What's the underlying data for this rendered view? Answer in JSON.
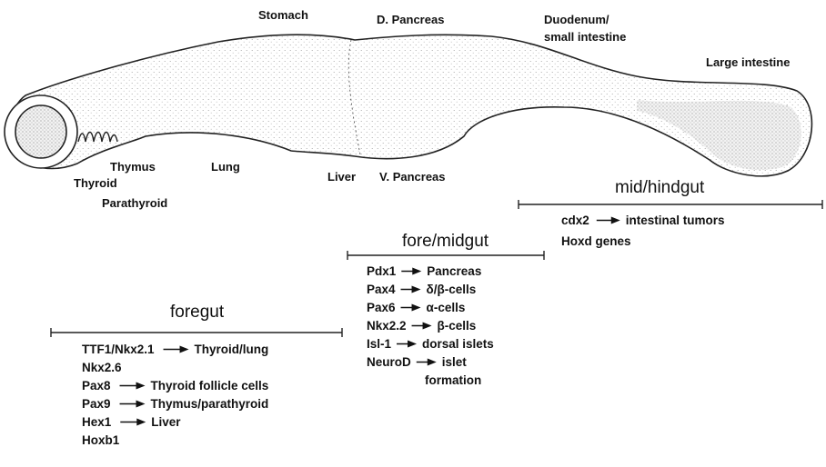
{
  "organ_labels": {
    "stomach": "Stomach",
    "d_pancreas": "D. Pancreas",
    "duodenum_l1": "Duodenum/",
    "duodenum_l2": "small intestine",
    "large_intestine": "Large intestine",
    "thymus": "Thymus",
    "lung": "Lung",
    "thyroid": "Thyroid",
    "parathyroid": "Parathyroid",
    "liver": "Liver",
    "v_pancreas": "V. Pancreas"
  },
  "regions": {
    "midhindgut": {
      "title": "mid/hindgut",
      "rows": [
        {
          "gene": "cdx2",
          "target": "intestinal tumors"
        },
        {
          "gene": "Hoxd genes",
          "target": ""
        }
      ]
    },
    "foremidgut": {
      "title": "fore/midgut",
      "rows": [
        {
          "gene": "Pdx1",
          "target": "Pancreas"
        },
        {
          "gene": "Pax4",
          "target": "δ/β-cells"
        },
        {
          "gene": "Pax6",
          "target": "α-cells"
        },
        {
          "gene": "Nkx2.2",
          "target": "β-cells"
        },
        {
          "gene": "Isl-1",
          "target": "dorsal islets"
        },
        {
          "gene": "NeuroD",
          "target": "islet"
        },
        {
          "gene": "",
          "target": "formation"
        }
      ]
    },
    "foregut": {
      "title": "foregut",
      "rows": [
        {
          "gene": "TTF1/Nkx2.1",
          "target": "Thyroid/lung"
        },
        {
          "gene": "Nkx2.6",
          "target": ""
        },
        {
          "gene": "Pax8",
          "target": "Thyroid follicle cells"
        },
        {
          "gene": "Pax9",
          "target": "Thymus/parathyroid"
        },
        {
          "gene": "Hex1",
          "target": "Liver"
        },
        {
          "gene": "Hoxb1",
          "target": ""
        }
      ]
    }
  }
}
